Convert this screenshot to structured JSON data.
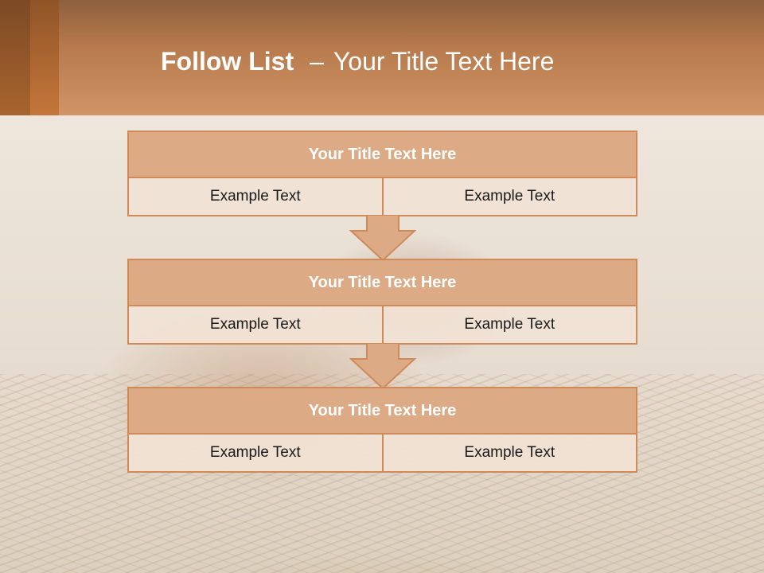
{
  "slide": {
    "title_bold": "Follow List",
    "title_separator": "–",
    "title_rest": "Your Title Text Here"
  },
  "blocks": [
    {
      "title": "Your Title Text Here",
      "left_text": "Example Text",
      "right_text": "Example Text"
    },
    {
      "title": "Your Title Text Here",
      "left_text": "Example Text",
      "right_text": "Example Text"
    },
    {
      "title": "Your Title Text Here",
      "left_text": "Example Text",
      "right_text": "Example Text"
    }
  ],
  "colors": {
    "header": "#c28456",
    "box_title_fill": "#dcab85",
    "box_border": "#d08a5a",
    "box_cell_fill": "#f0e1d4",
    "arrow_fill": "#dcab85"
  },
  "icons": {
    "connector": "down-arrow-icon"
  }
}
